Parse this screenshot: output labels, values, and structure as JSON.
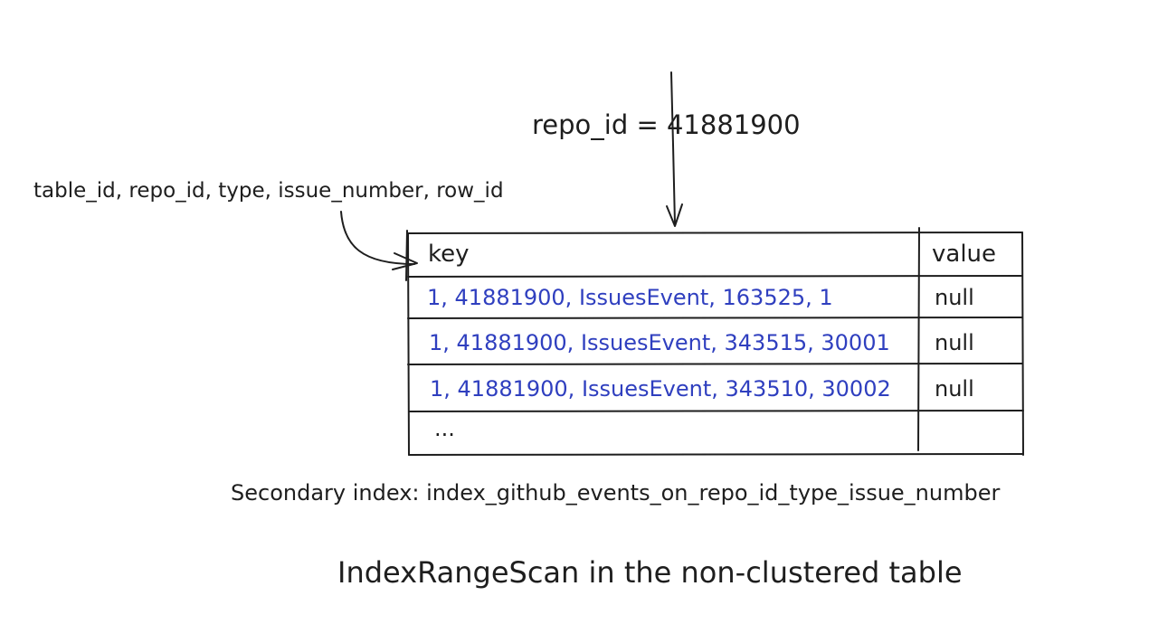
{
  "predicate": "repo_id = 41881900",
  "key_columns": "table_id, repo_id, type, issue_number, row_id",
  "table": {
    "headers": [
      "key",
      "value"
    ],
    "rows": [
      {
        "key": "1, 41881900, IssuesEvent, 163525, 1",
        "value": "null"
      },
      {
        "key": "1, 41881900, IssuesEvent, 343515, 30001",
        "value": "null"
      },
      {
        "key": "1, 41881900, IssuesEvent, 343510, 30002",
        "value": "null"
      },
      {
        "key": "...",
        "value": ""
      }
    ]
  },
  "index_label": "Secondary index: index_github_events_on_repo_id_type_issue_number",
  "caption": "IndexRangeScan in the non-clustered table",
  "colors": {
    "ink": "#1e1e1e",
    "key_text": "#2f3fbf"
  }
}
